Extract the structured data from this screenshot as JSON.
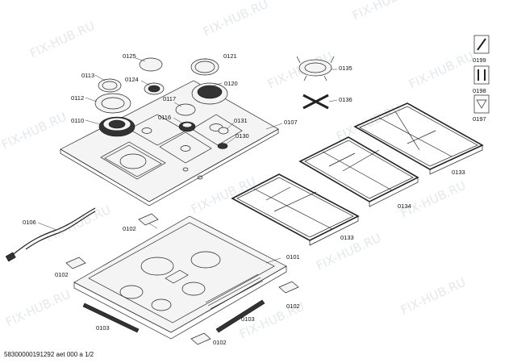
{
  "watermark": {
    "text": "FIX-HUB.RU"
  },
  "labels": {
    "p0125": "0125",
    "p0121": "0121",
    "p0113": "0113",
    "p0124": "0124",
    "p0120": "0120",
    "p0112": "0112",
    "p0117": "0117",
    "p0110": "0110",
    "p0116": "0116",
    "p0131": "0131",
    "p0107": "0107",
    "p0130": "0130",
    "p0135": "0135",
    "p0136": "0136",
    "p0133a": "0133",
    "p0134": "0134",
    "p0133b": "0133",
    "p0106": "0106",
    "p0102a": "0102",
    "p0101": "0101",
    "p0102b": "0102",
    "p0102c": "0102",
    "p0103a": "0103",
    "p0103b": "0103",
    "p0102d": "0102",
    "p0199": "0199",
    "p0198": "0198",
    "p0197": "0197"
  },
  "footer": {
    "text": "58300000191292 aet 000 a 1/2"
  }
}
